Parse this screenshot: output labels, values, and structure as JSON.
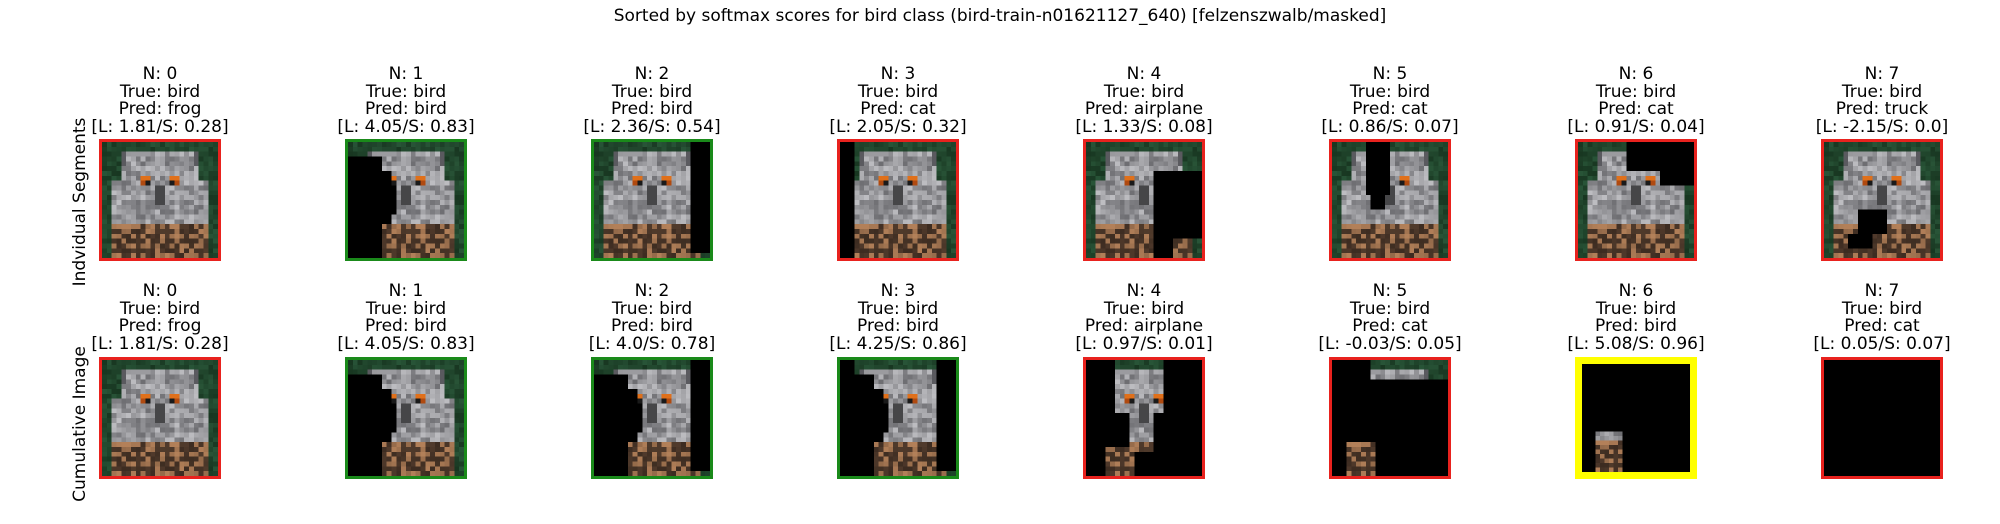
{
  "suptitle": "Sorted by softmax scores for bird class (bird-train-n01621127_640) [felzenszwalb/masked]",
  "colors": {
    "wrong_border": "#e8221e",
    "correct_border": "#1a8a1a",
    "best_border": "#ffff00",
    "background": "#ffffff",
    "mask": "#000000"
  },
  "chart_data": [
    {
      "type": "image-grid",
      "row_label": "Indvidual Segments",
      "panels": [
        {
          "n": "N: 0",
          "true": "True: bird",
          "pred": "Pred: frog",
          "scores": "[L: 1.81/S: 0.28]",
          "logit": 1.81,
          "softmax": 0.28,
          "border": "wrong",
          "mask": "none"
        },
        {
          "n": "N: 1",
          "true": "True: bird",
          "pred": "Pred: bird",
          "scores": "[L: 4.05/S: 0.83]",
          "logit": 4.05,
          "softmax": 0.83,
          "border": "correct",
          "mask": "left-region"
        },
        {
          "n": "N: 2",
          "true": "True: bird",
          "pred": "Pred: bird",
          "scores": "[L: 2.36/S: 0.54]",
          "logit": 2.36,
          "softmax": 0.54,
          "border": "correct",
          "mask": "right-strip"
        },
        {
          "n": "N: 3",
          "true": "True: bird",
          "pred": "Pred: cat",
          "scores": "[L: 2.05/S: 0.32]",
          "logit": 2.05,
          "softmax": 0.32,
          "border": "wrong",
          "mask": "left-strip"
        },
        {
          "n": "N: 4",
          "true": "True: bird",
          "pred": "Pred: airplane",
          "scores": "[L: 1.33/S: 0.08]",
          "logit": 1.33,
          "softmax": 0.08,
          "border": "wrong",
          "mask": "right-region"
        },
        {
          "n": "N: 5",
          "true": "True: bird",
          "pred": "Pred: cat",
          "scores": "[L: 0.86/S: 0.07]",
          "logit": 0.86,
          "softmax": 0.07,
          "border": "wrong",
          "mask": "center-blob"
        },
        {
          "n": "N: 6",
          "true": "True: bird",
          "pred": "Pred: cat",
          "scores": "[L: 0.91/S: 0.04]",
          "logit": 0.91,
          "softmax": 0.04,
          "border": "wrong",
          "mask": "top-right"
        },
        {
          "n": "N: 7",
          "true": "True: bird",
          "pred": "Pred: truck",
          "scores": "[L: -2.15/S: 0.0]",
          "logit": -2.15,
          "softmax": 0.0,
          "border": "wrong",
          "mask": "bottom-center"
        }
      ]
    },
    {
      "type": "image-grid",
      "row_label": "Cumulative Image",
      "panels": [
        {
          "n": "N: 0",
          "true": "True: bird",
          "pred": "Pred: frog",
          "scores": "[L: 1.81/S: 0.28]",
          "logit": 1.81,
          "softmax": 0.28,
          "border": "wrong",
          "mask": "none"
        },
        {
          "n": "N: 1",
          "true": "True: bird",
          "pred": "Pred: bird",
          "scores": "[L: 4.05/S: 0.83]",
          "logit": 4.05,
          "softmax": 0.83,
          "border": "correct",
          "mask": "left-region"
        },
        {
          "n": "N: 2",
          "true": "True: bird",
          "pred": "Pred: bird",
          "scores": "[L: 4.0/S: 0.78]",
          "logit": 4.0,
          "softmax": 0.78,
          "border": "correct",
          "mask": "left-region-plus-right-strip"
        },
        {
          "n": "N: 3",
          "true": "True: bird",
          "pred": "Pred: bird",
          "scores": "[L: 4.25/S: 0.86]",
          "logit": 4.25,
          "softmax": 0.86,
          "border": "correct",
          "mask": "cum-3"
        },
        {
          "n": "N: 4",
          "true": "True: bird",
          "pred": "Pred: airplane",
          "scores": "[L: 0.97/S: 0.01]",
          "logit": 0.97,
          "softmax": 0.01,
          "border": "wrong",
          "mask": "cum-4"
        },
        {
          "n": "N: 5",
          "true": "True: bird",
          "pred": "Pred: cat",
          "scores": "[L: -0.03/S: 0.05]",
          "logit": -0.03,
          "softmax": 0.05,
          "border": "wrong",
          "mask": "cum-5"
        },
        {
          "n": "N: 6",
          "true": "True: bird",
          "pred": "Pred: bird",
          "scores": "[L: 5.08/S: 0.96]",
          "logit": 5.08,
          "softmax": 0.96,
          "border": "best",
          "mask": "cum-6"
        },
        {
          "n": "N: 7",
          "true": "True: bird",
          "pred": "Pred: cat",
          "scores": "[L: 0.05/S: 0.07]",
          "logit": 0.05,
          "softmax": 0.07,
          "border": "wrong",
          "mask": "all"
        }
      ]
    }
  ]
}
